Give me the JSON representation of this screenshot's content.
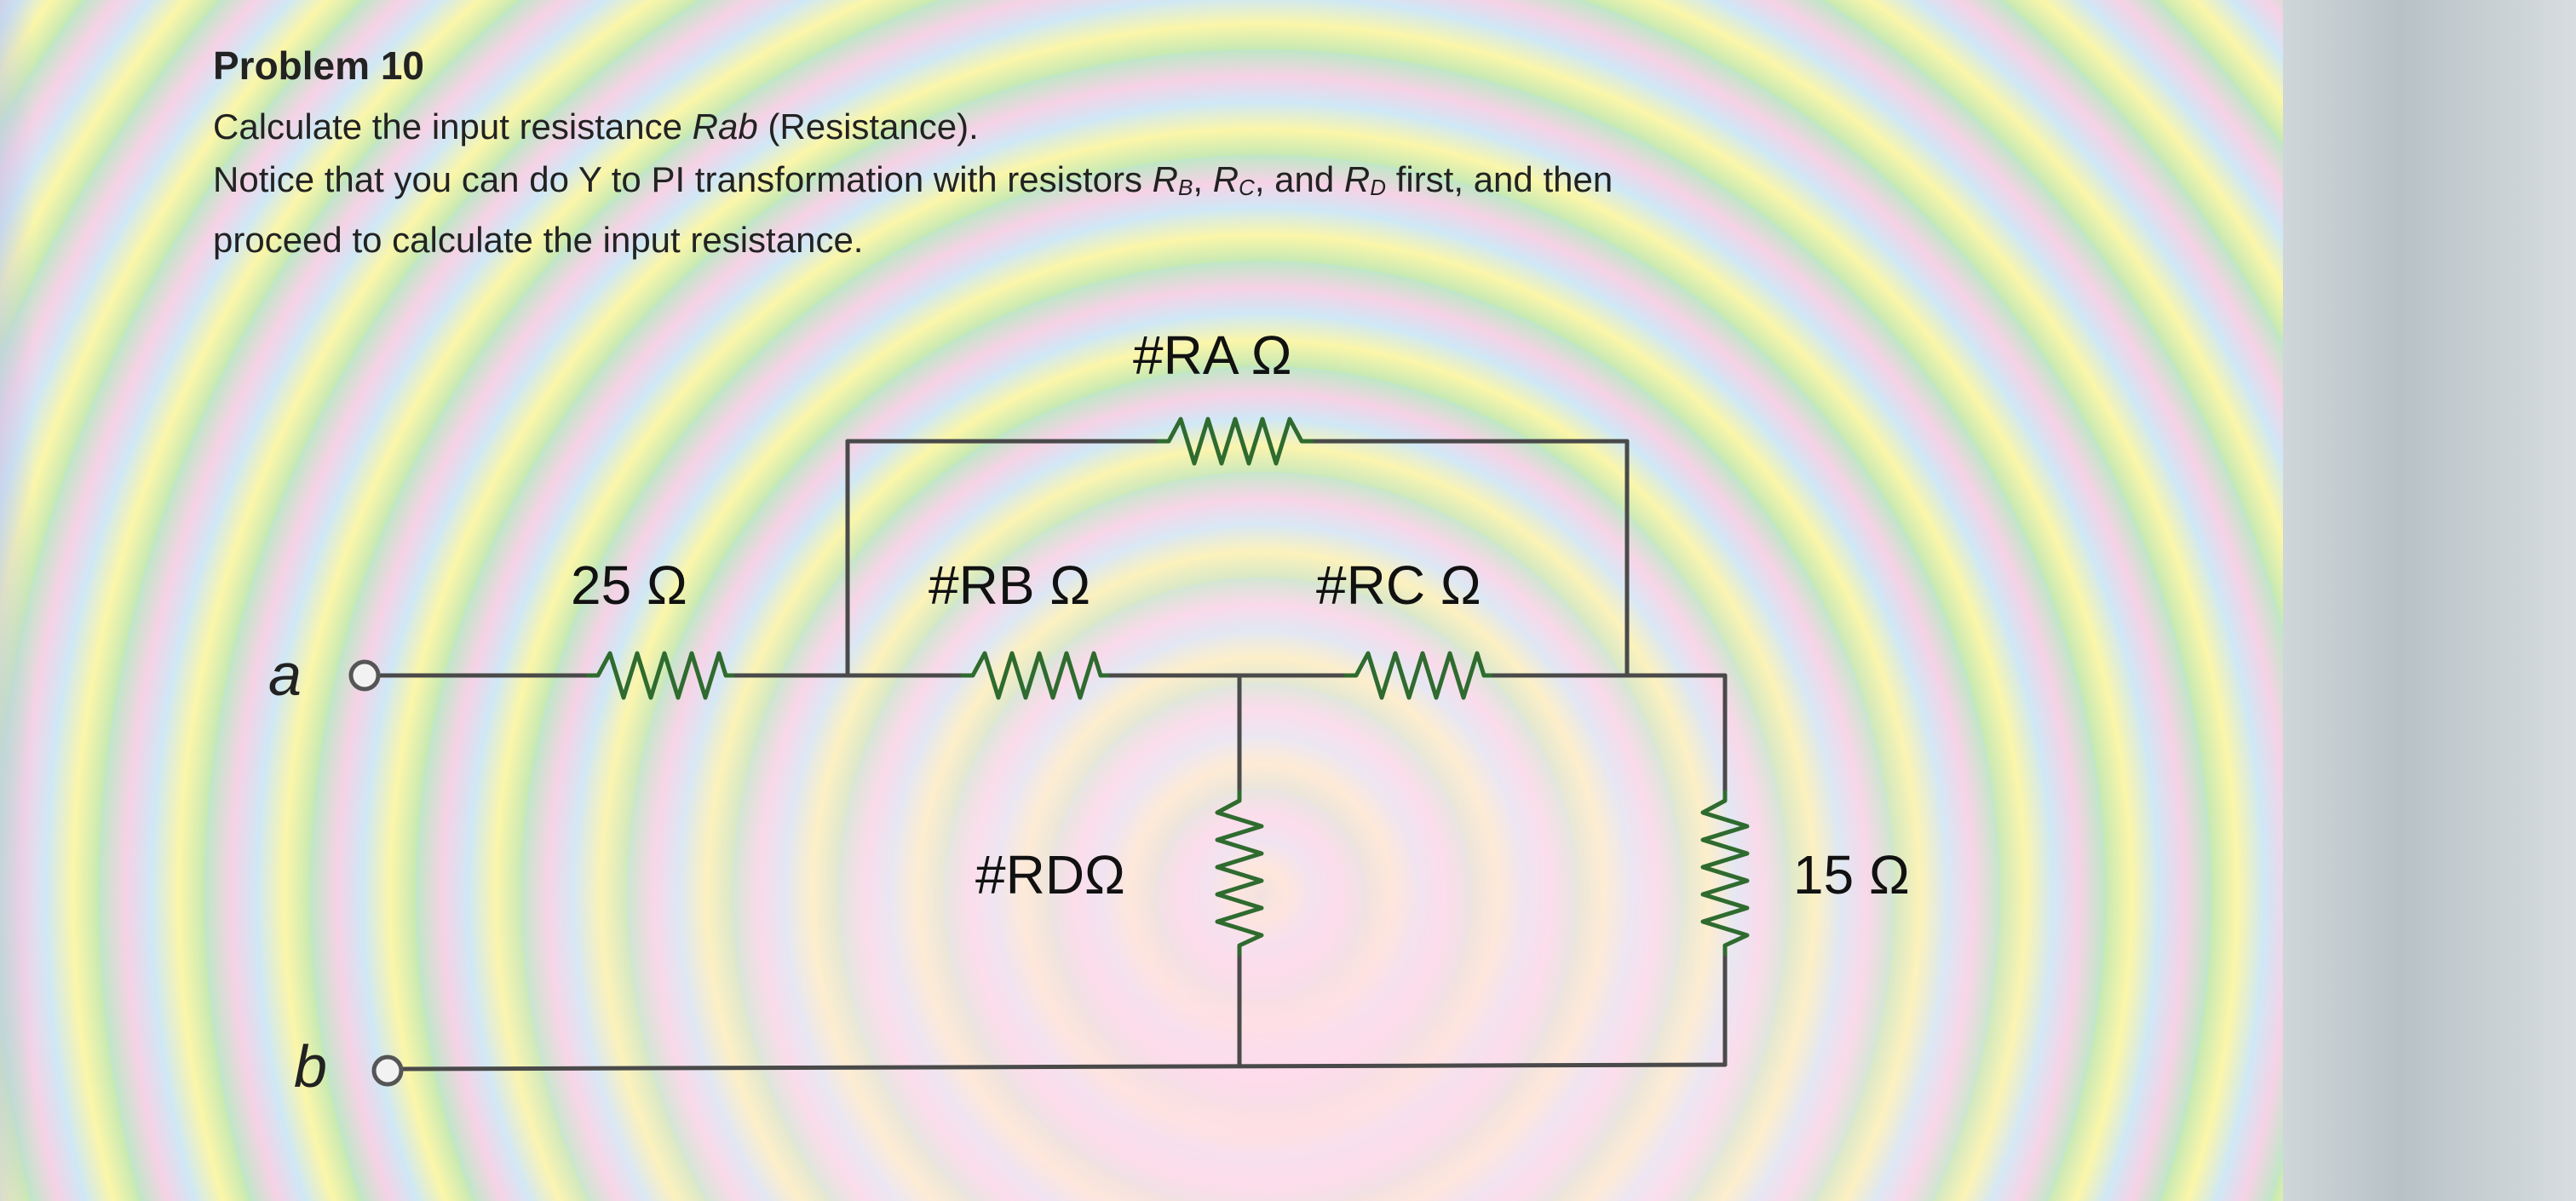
{
  "problem": {
    "title": "Problem 10",
    "line1_prefix": "Calculate the input resistance ",
    "line1_var": "Rab",
    "line1_suffix": " (Resistance).",
    "line2_prefix": "Notice that you can do Y to PI transformation with resistors ",
    "rb_letter": "R",
    "rb_sub": "B",
    "rc_letter": "R",
    "rc_sub": "C",
    "line2_and": "and ",
    "rd_letter": "R",
    "rd_sub": "D",
    "line2_suffix": " first, and then",
    "line3": "proceed to calculate the input resistance."
  },
  "circuit": {
    "labels": {
      "ra": "#RA Ω",
      "rb": "#RB Ω",
      "rc": "#RC Ω",
      "rd": "#RDΩ",
      "r25": "25 Ω",
      "r15": "15 Ω"
    },
    "terminals": {
      "a": "a",
      "b": "b"
    },
    "wire_color": "#4a4a4a",
    "resistor_color": "#2f6b2f"
  }
}
